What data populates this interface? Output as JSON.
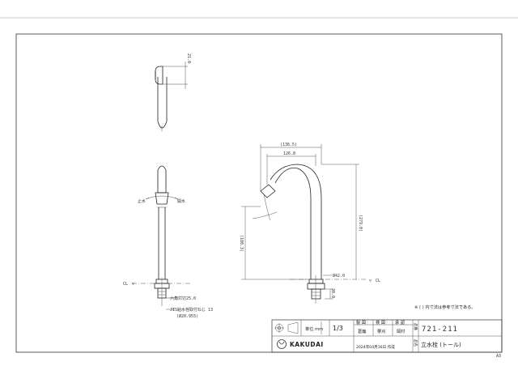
{
  "top_view": {
    "dim_width": "21.0"
  },
  "front_view": {
    "rotation_left": "止水",
    "rotation_right": "開水",
    "cl_label": "CL",
    "note_hex": "六角対辺25.0",
    "note_jis": "JIS給水栓取付ねじ 13",
    "note_pipe": "(Ø20.955)"
  },
  "side_view": {
    "dim_reach_total": "(136.5)",
    "dim_reach": "126.8",
    "dim_height_total": "(279.0)",
    "dim_outlet_height": "(180.3)",
    "dim_base_dia": "Ø42.0",
    "dim_bottom": "30.0",
    "cl_label": "CL"
  },
  "note": "※ ( ) 内寸法は参考寸法である。",
  "title_block": {
    "unit_label": "単位 mm",
    "scale": "1/3",
    "col_drawn": "製 図",
    "col_checked": "検 図",
    "col_approved": "承 認",
    "sign_drawn": "葛籠",
    "sign_checked": "栗刈",
    "sign_approved": "岡村",
    "part_no_label": "品番",
    "part_no": "721-211",
    "brand": "KAKUDAI",
    "date": "2024年04月16日 作成",
    "name_label": "品名",
    "product_name": "立水栓 (トール)"
  },
  "paper_size": "A3"
}
